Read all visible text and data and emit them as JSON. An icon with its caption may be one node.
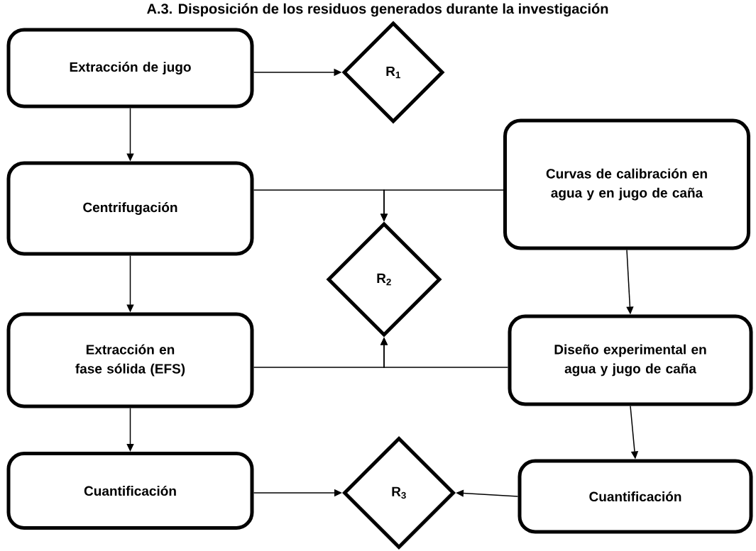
{
  "diagram": {
    "title": "A.3. Disposición de los residuos generados durante la investigación",
    "nodes": [
      {
        "text": [
          "Extracción de jugo"
        ]
      },
      {
        "text": [
          "R$_{1}$"
        ]
      },
      {
        "text": [
          "Centrifugación"
        ]
      },
      {
        "text": [
          "Curvas de calibración en agua y en jugo de caña"
        ]
      },
      {
        "text": [
          "R$_{2}$"
        ]
      },
      {
        "text": [
          "Extracción en fase sólida (EFS)"
        ]
      },
      {
        "text": [
          "Diseño experimental en agua y jugo de caña"
        ]
      },
      {
        "text": [
          "Cuantificación"
        ]
      },
      {
        "text": [
          "R$_{3}$"
        ]
      },
      {
        "text": [
          "Cuantificación"
        ]
      }
    ],
    "edges": [
      {
        "from": 0,
        "to": 1,
        "arrow": "to"
      },
      {
        "from": 0,
        "to": 2,
        "arrow": "to"
      },
      {
        "from": 2,
        "to": 4,
        "arrow": "to"
      },
      {
        "from": 3,
        "to": 4,
        "arrow": "to"
      },
      {
        "from": 2,
        "to": 5,
        "arrow": "to"
      },
      {
        "from": 3,
        "to": 6,
        "arrow": "to"
      },
      {
        "from": 5,
        "to": 4,
        "arrow": "to"
      },
      {
        "from": 6,
        "to": 4,
        "arrow": "to"
      },
      {
        "from": 5,
        "to": 7,
        "arrow": "to"
      },
      {
        "from": 6,
        "to": 9,
        "arrow": "to"
      },
      {
        "from": 7,
        "to": 8,
        "arrow": "to"
      },
      {
        "from": 9,
        "to": 8,
        "arrow": "to"
      }
    ]
  }
}
